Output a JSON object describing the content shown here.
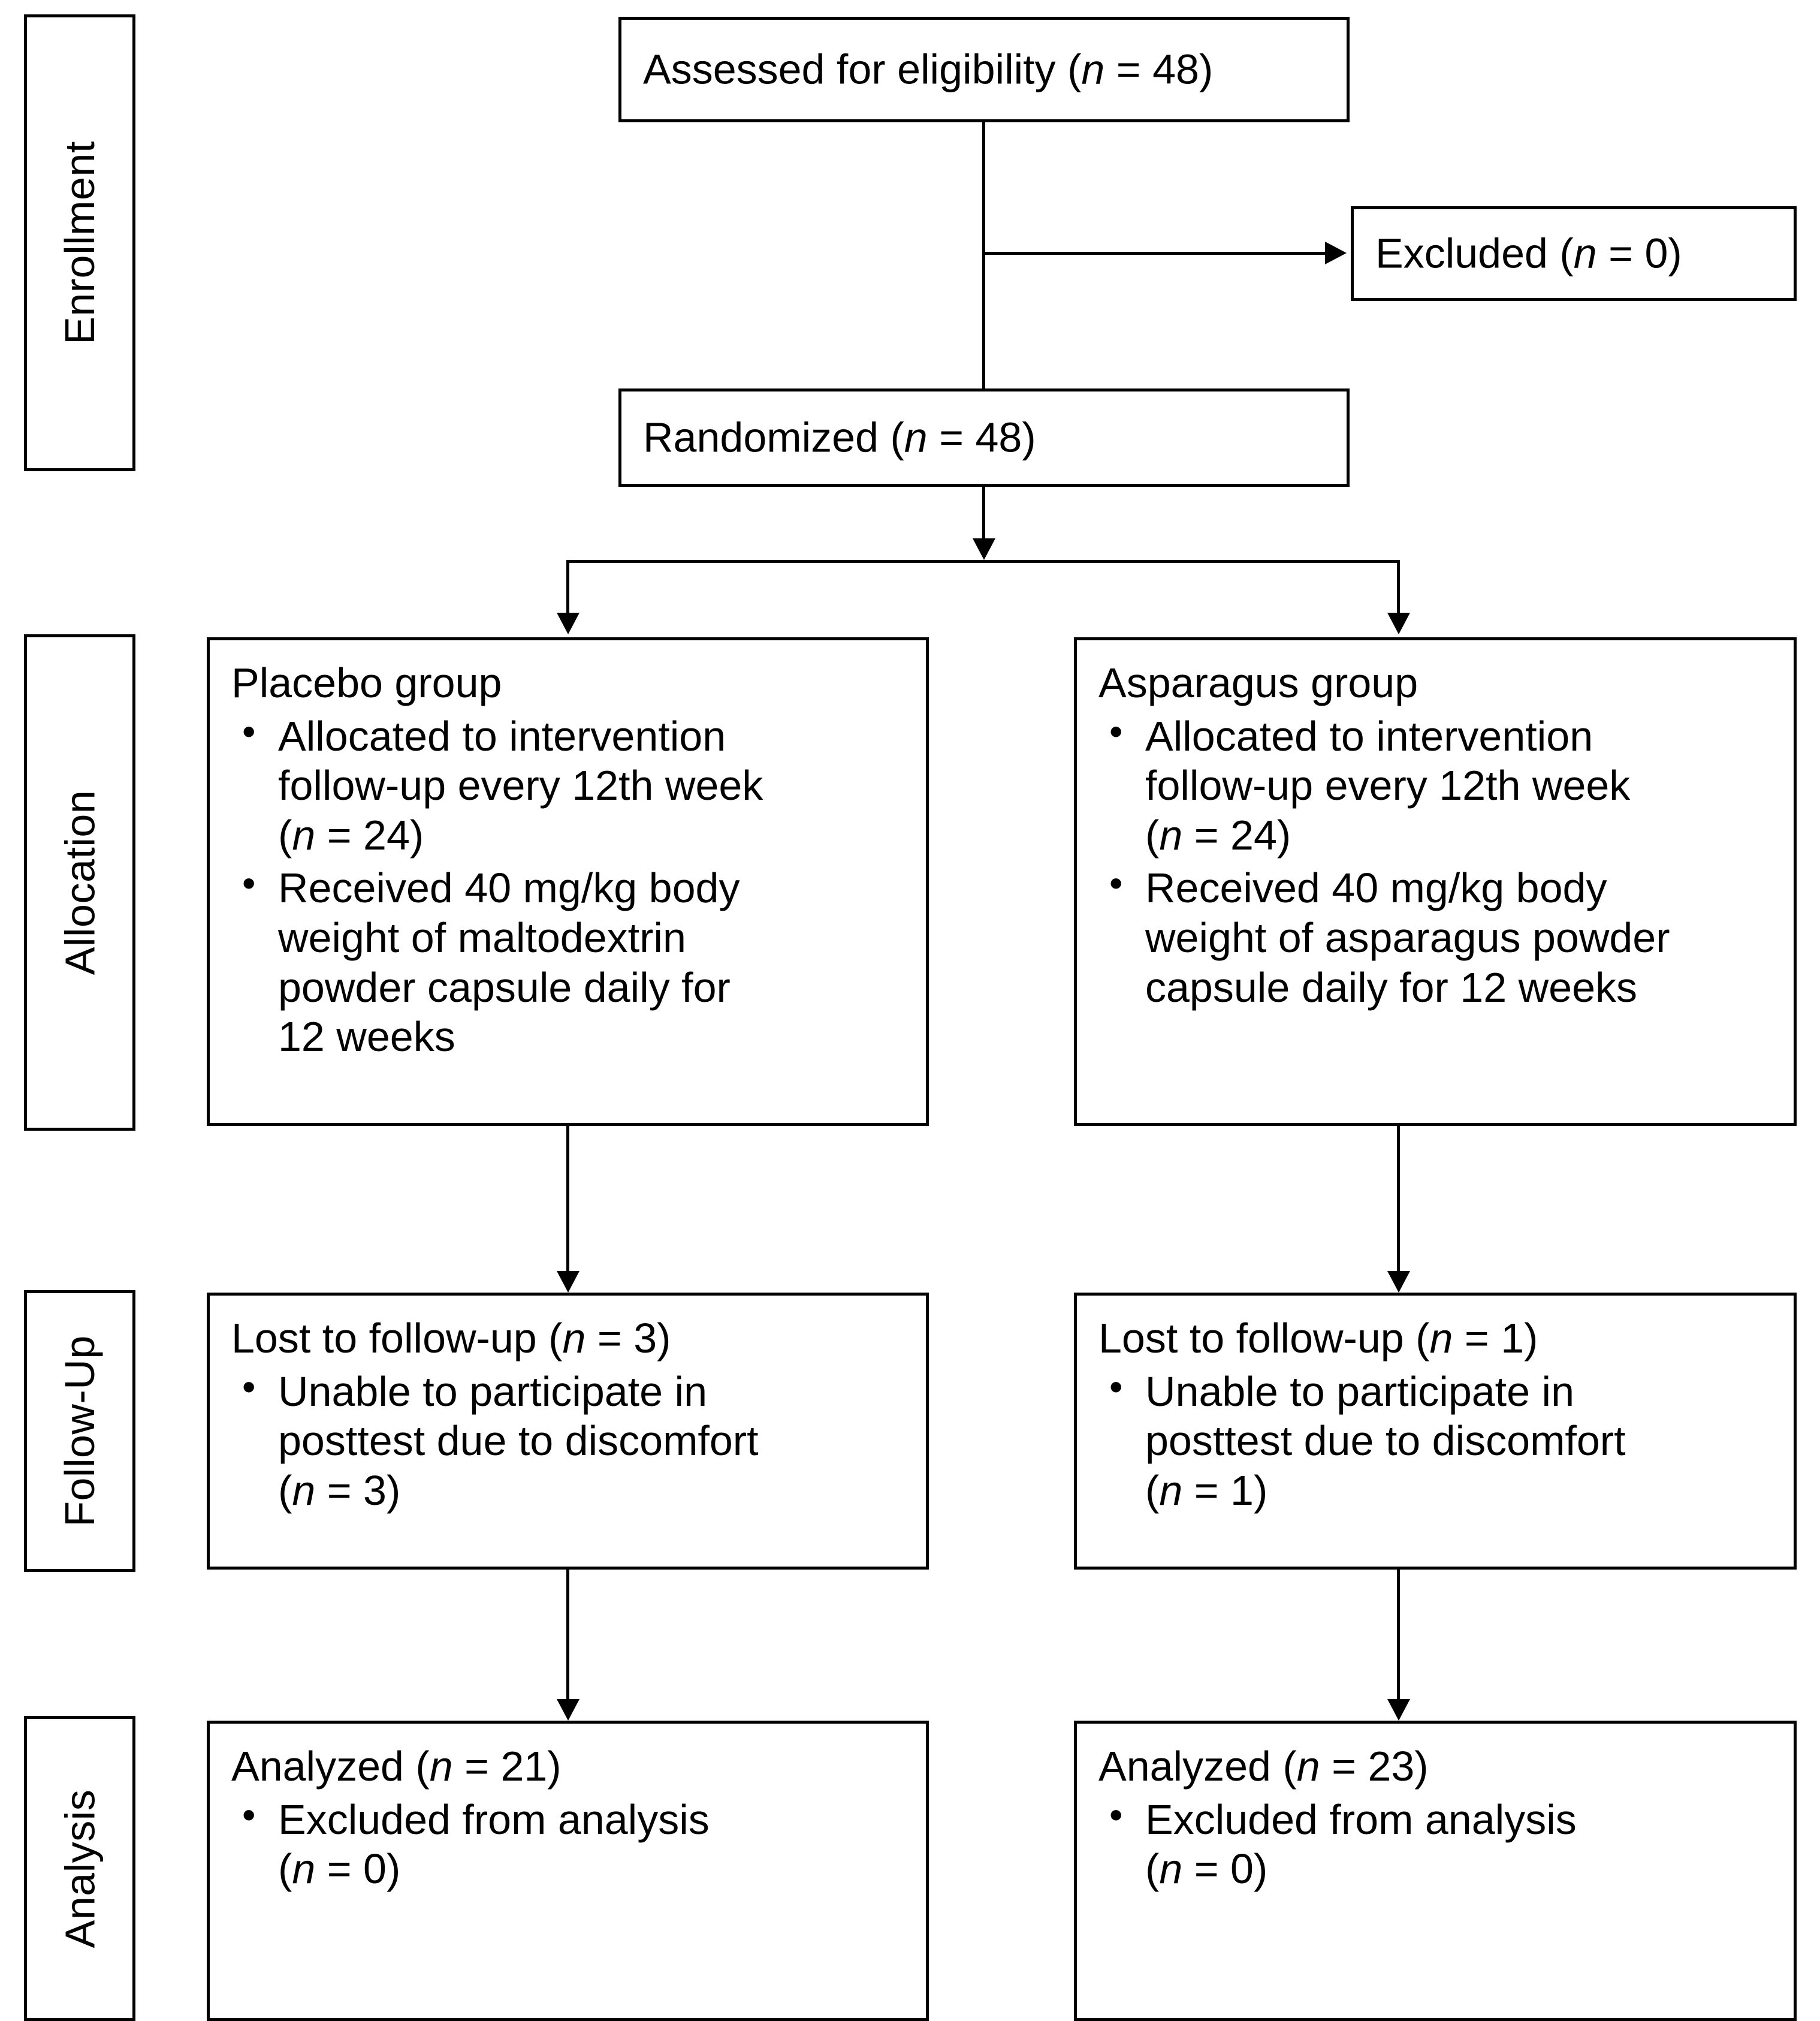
{
  "diagram": {
    "type": "CONSORT participant flow diagram",
    "stages": [
      {
        "id": "enrollment",
        "label": "Enrollment"
      },
      {
        "id": "allocation",
        "label": "Allocation"
      },
      {
        "id": "followup",
        "label": "Follow-Up"
      },
      {
        "id": "analysis",
        "label": "Analysis"
      }
    ],
    "nodes": {
      "assessed": {
        "text_before": "Assessed for eligibility (",
        "n_symbol": "n",
        "text_after": " = 48)"
      },
      "excluded": {
        "text_before": "Excluded (",
        "n_symbol": "n",
        "text_after": " = 0)"
      },
      "randomized": {
        "text_before": "Randomized (",
        "n_symbol": "n",
        "text_after": " = 48)"
      },
      "placebo_alloc": {
        "title": "Placebo group",
        "bullets": [
          {
            "line1": "Allocated to intervention",
            "line2": "follow-up every 12th week",
            "line3_before": "(",
            "n_symbol": "n",
            "line3_after": " = 24)"
          },
          {
            "line1": "Received 40 mg/kg body",
            "line2": "weight of maltodextrin",
            "line3": "powder capsule daily for",
            "line4": "12 weeks"
          }
        ]
      },
      "asparagus_alloc": {
        "title": "Asparagus group",
        "bullets": [
          {
            "line1": "Allocated to intervention",
            "line2": "follow-up every 12th week",
            "line3_before": "(",
            "n_symbol": "n",
            "line3_after": " = 24)"
          },
          {
            "line1": "Received 40 mg/kg body",
            "line2": "weight of asparagus powder",
            "line3": "capsule daily for 12 weeks"
          }
        ]
      },
      "placebo_followup": {
        "title_before": "Lost to follow-up (",
        "n_symbol": "n",
        "title_after": " = 3)",
        "bullet": {
          "line1": "Unable to participate in",
          "line2": "posttest due to discomfort",
          "line3_before": "(",
          "n_symbol2": "n",
          "line3_after": " = 3)"
        }
      },
      "asparagus_followup": {
        "title_before": "Lost to follow-up (",
        "n_symbol": "n",
        "title_after": " = 1)",
        "bullet": {
          "line1": "Unable to participate in",
          "line2": "posttest due to discomfort",
          "line3_before": "(",
          "n_symbol2": "n",
          "line3_after": " = 1)"
        }
      },
      "placebo_analysis": {
        "title_before": "Analyzed (",
        "n_symbol": "n",
        "title_after": " = 21)",
        "bullet": {
          "line1": "Excluded from analysis",
          "line2_before": "(",
          "n_symbol2": "n",
          "line2_after": " = 0)"
        }
      },
      "asparagus_analysis": {
        "title_before": "Analyzed (",
        "n_symbol": "n",
        "title_after": " = 23)",
        "bullet": {
          "line1": "Excluded from analysis",
          "line2_before": "(",
          "n_symbol2": "n",
          "line2_after": " = 0)"
        }
      }
    },
    "counts": {
      "assessed_for_eligibility": 48,
      "excluded": 0,
      "randomized": 48,
      "placebo_allocated": 24,
      "asparagus_allocated": 24,
      "placebo_lost_to_followup": 3,
      "asparagus_lost_to_followup": 1,
      "placebo_analyzed": 21,
      "asparagus_analyzed": 23,
      "placebo_excluded_from_analysis": 0,
      "asparagus_excluded_from_analysis": 0
    },
    "colors": {
      "stroke": "#000000",
      "background": "#ffffff",
      "text": "#000000"
    }
  }
}
